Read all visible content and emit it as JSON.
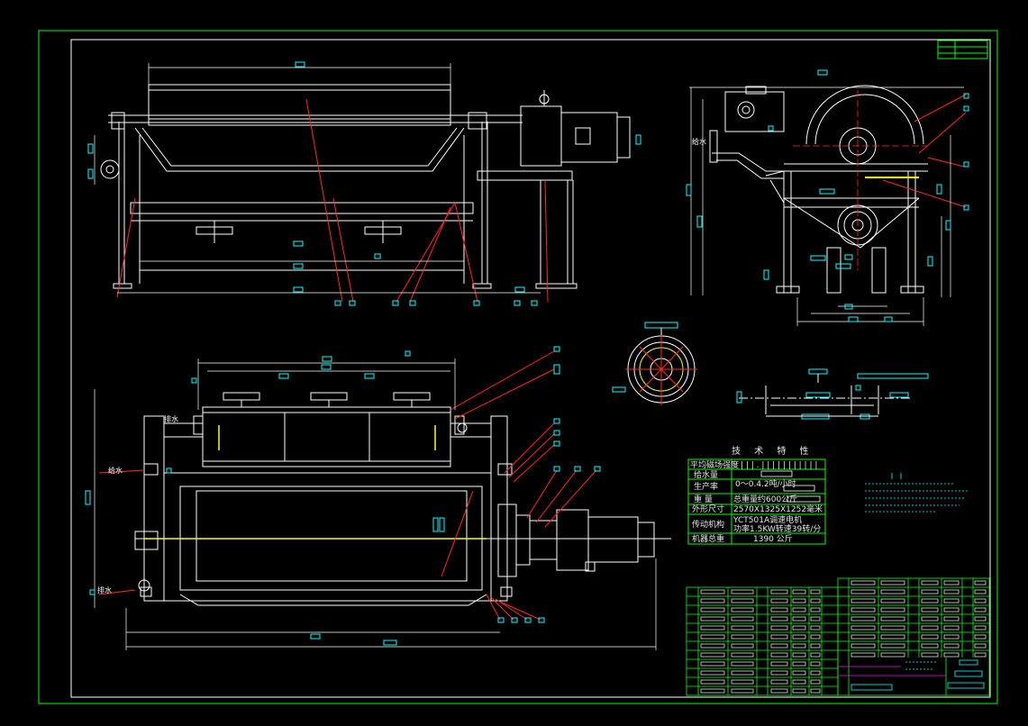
{
  "colors": {
    "background": "#000000",
    "frame": "#00ff00",
    "outline": "#ffffff",
    "dimension": "#00ffff",
    "leader": "#ff2a2a",
    "center": "#ffff00",
    "magenta": "#ff00ff"
  },
  "side_labels": {
    "inlet_left": "给水",
    "outlet_left": "排水",
    "inlet_right": "给水",
    "outlet_right": "排水"
  },
  "tech_table": {
    "title": "技 术 特 性",
    "rows": [
      {
        "label": "平均磁场强度",
        "value": ""
      },
      {
        "label": "给水量",
        "value": ""
      },
      {
        "label": "生产率",
        "value": "0～0.4.2吨/小时"
      },
      {
        "label": "重 量",
        "value": "总重量约600公斤"
      },
      {
        "label": "外形尺寸",
        "value": "2570X1325X1252毫米"
      },
      {
        "label": "传动机构",
        "value": "YCT501A调速电机 功率1.5KW 转速39转/分"
      },
      {
        "label": "机器总重",
        "value": "1390 公斤"
      }
    ]
  }
}
